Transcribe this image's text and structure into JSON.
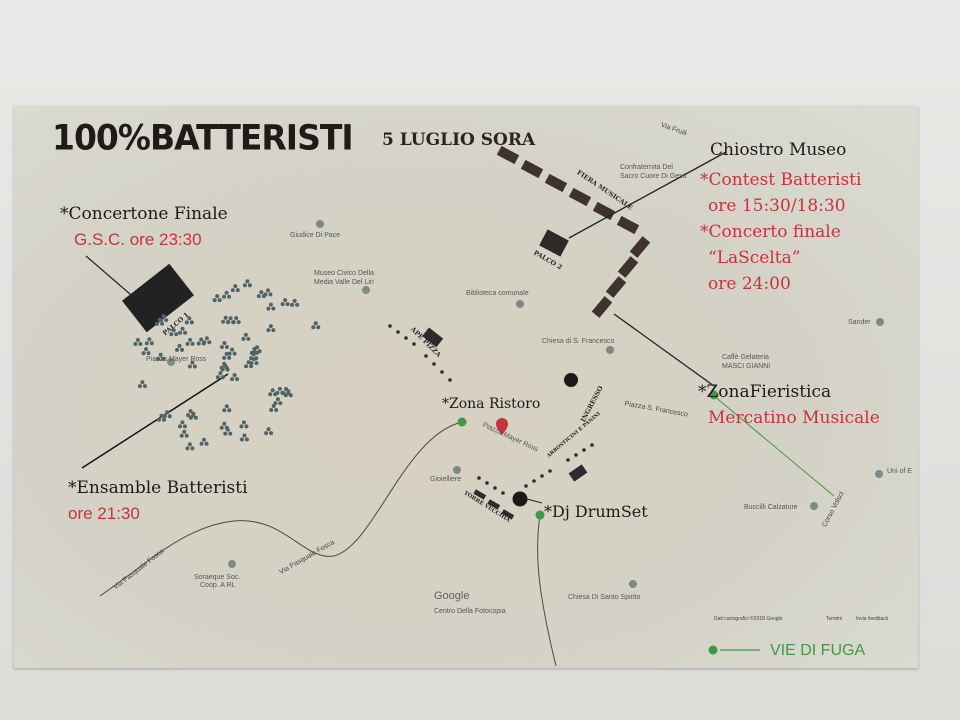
{
  "header": {
    "title": "100%BATTERISTI",
    "subtitle": "5 LUGLIO SORA"
  },
  "annotations": {
    "concertone": {
      "label": "*Concertone Finale",
      "detail": "G.S.C. ore 23:30"
    },
    "ensamble": {
      "label": "*Ensamble Batteristi",
      "detail": "ore 21:30"
    },
    "chiostro": {
      "label": "Chiostro Museo",
      "lines": [
        "*Contest Batteristi",
        "ore 15:30/18:30",
        "*Concerto finale",
        "“LaScelta”",
        "ore 24:00"
      ]
    },
    "zona_fieristica": {
      "label": "*ZonaFieristica",
      "detail": "Mercatino Musicale"
    },
    "zona_ristoro": {
      "label": "*Zona Ristoro"
    },
    "dj": {
      "label": "*Dj DrumSet"
    }
  },
  "stages": {
    "palco1": "PALCO 1",
    "palco2": "PALCO 2",
    "fiera": "FIERA MUSICALE",
    "ape_pizza": "APE PIZZA",
    "ingresso": "INGRESSO",
    "arrosticini": "ARROSTICINI E PANINI",
    "torre": "TORRE VECCHIA"
  },
  "places": {
    "giudice": "Giudice Di Pace",
    "museo": [
      "Museo Civico Della",
      "Media Valle Del Liri"
    ],
    "biblioteca": "Biblioteca comunale",
    "chiesa_francesco": "Chiesa di S. Francesco",
    "piazza_mayer_1": "Piazza Mayer Ross",
    "piazza_mayer_2": "Piazza Mayer Ross",
    "confraternita": [
      "Confraternita Del",
      "Sacro Cuore Di Gesù"
    ],
    "via_fruili": "Via Fruili",
    "sander": "Sander",
    "caffe": [
      "Caffè Gelateria",
      "MASCI GIANNI"
    ],
    "piazza_francesco": "Piazza S. Francesco",
    "gioiellere": "Gioielliere",
    "soraeque": [
      "Soraeque Soc.",
      "Coop. A RL"
    ],
    "via_fosca_1": "Via Pasquale Fosca",
    "via_fosca_2": "Via Pasquale Fosca",
    "chiesa_spirito": "Chiesa Di Santo Spirito",
    "centro_fotocopia": "Centro Della Fotocopia",
    "buccilli": "Buccilli Calzature",
    "corso_volsci": "Corso Volsci",
    "uni": "Uni of E",
    "google": "Google",
    "credits": "Dati cartografici ©2018 Google",
    "termini": "Termini",
    "feedback": "Invia feedback"
  },
  "legend": {
    "label": "VIE DI FUGA"
  },
  "colors": {
    "escape_route": "#3f9a45",
    "red_text": "#c8323d",
    "stage": "#2b2521",
    "crowd": "#4f6466"
  }
}
